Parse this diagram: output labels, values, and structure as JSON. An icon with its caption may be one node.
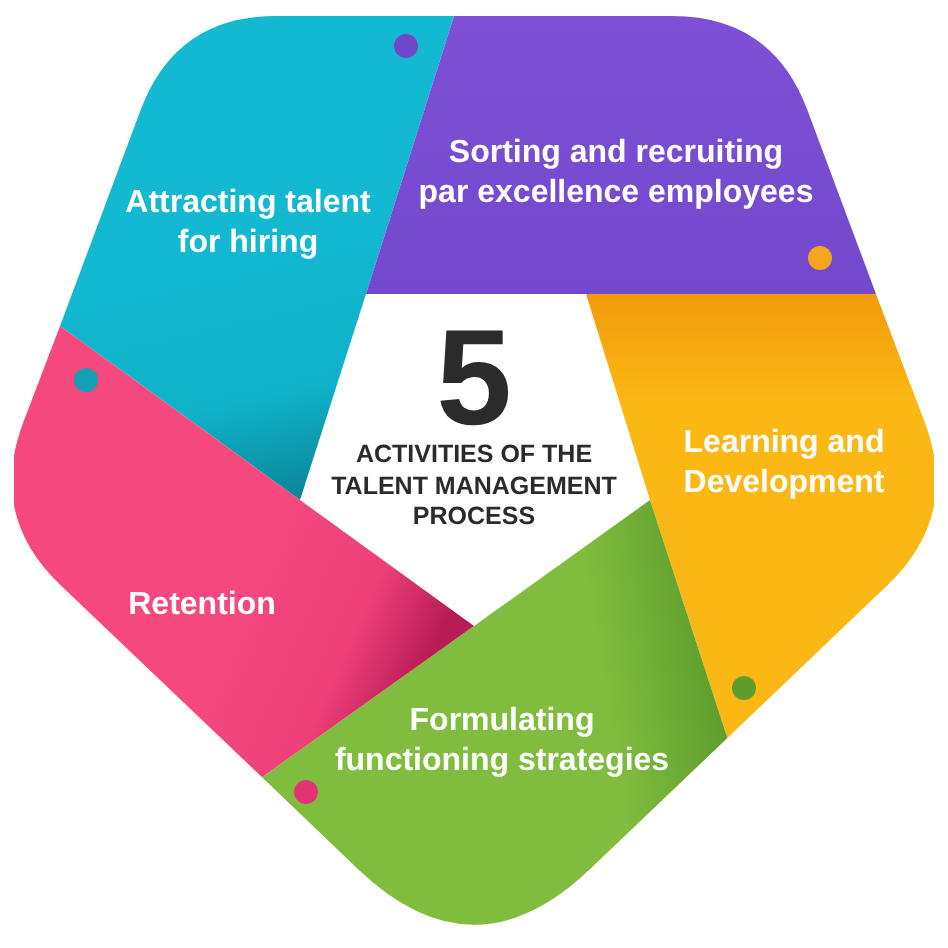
{
  "diagram": {
    "nodes": [
      {
        "text": [
          "5",
          "ACTIVITIES OF THE TALENT MANAGEMENT PROCESS"
        ]
      },
      {
        "text": [
          "Attracting talent for hiring"
        ]
      },
      {
        "text": [
          "Sorting and recruiting par excellence employees"
        ]
      },
      {
        "text": [
          "Learning and Development"
        ]
      },
      {
        "text": [
          "Formulating functioning strategies"
        ]
      },
      {
        "text": [
          "Retention"
        ]
      }
    ]
  }
}
